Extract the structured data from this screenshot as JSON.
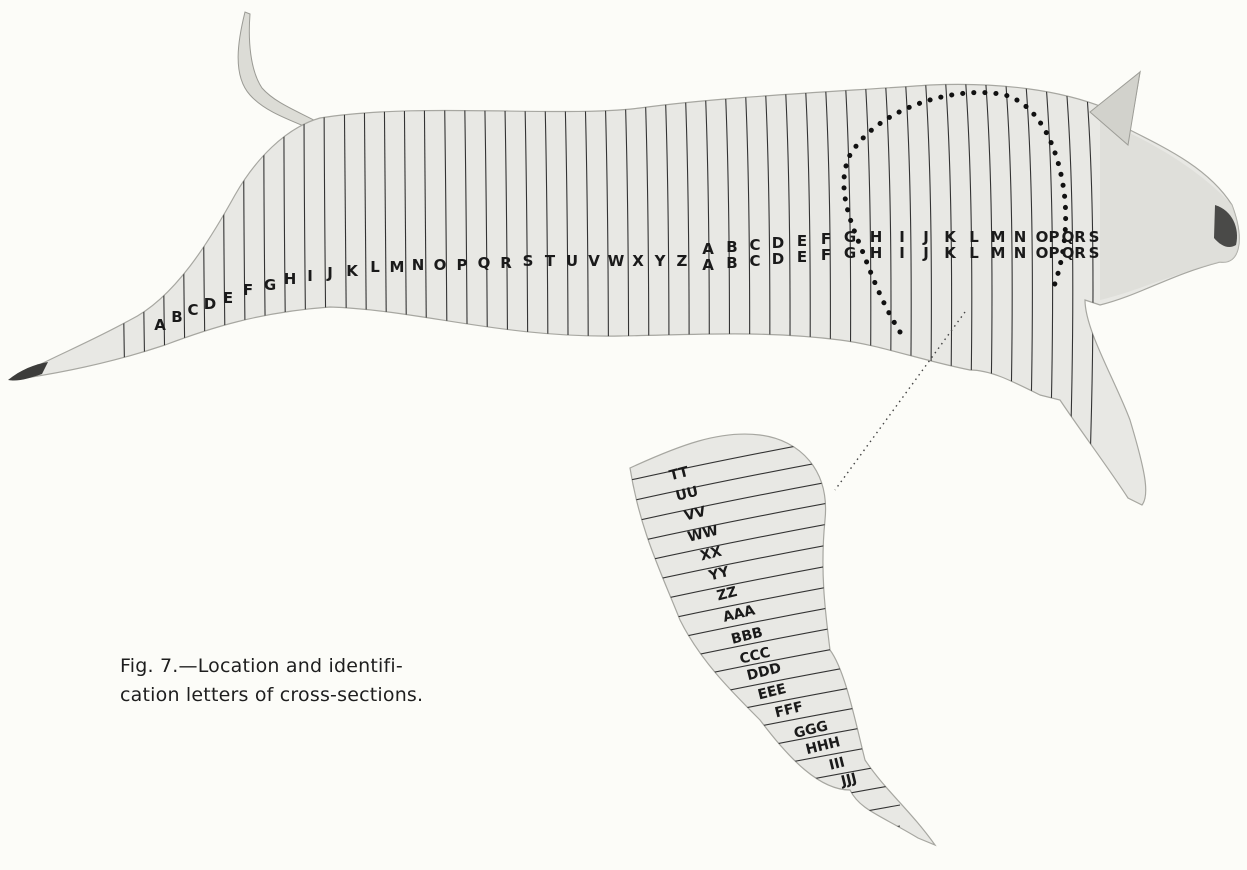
{
  "caption": {
    "line1": "Fig. 7.—Location and identifi-",
    "line2": "cation letters of cross-sections."
  },
  "body_labels": [
    "A",
    "B",
    "C",
    "D",
    "E",
    "F",
    "G",
    "H",
    "I",
    "J",
    "K",
    "L",
    "M",
    "N",
    "O",
    "P",
    "Q",
    "R",
    "S",
    "T",
    "U",
    "V",
    "W",
    "X",
    "Y",
    "Z",
    "A A",
    "B B",
    "C C",
    "D D",
    "E E",
    "F F",
    "G G",
    "H H",
    "I I",
    "J J",
    "K K",
    "L L",
    "M M",
    "N N",
    "O O",
    "P P",
    "Q Q",
    "R R",
    "S S"
  ],
  "leg_labels": [
    "TT",
    "UU",
    "VV",
    "WW",
    "XX",
    "YY",
    "ZZ",
    "AAA",
    "BBB",
    "CCC",
    "DDD",
    "EEE",
    "FFF",
    "GGG",
    "HHH",
    "III",
    "JJJ"
  ],
  "colors": {
    "background": "#fcfcf8",
    "carcass": "#e9e9e5",
    "lines": "#333333",
    "dots": "#111111"
  }
}
